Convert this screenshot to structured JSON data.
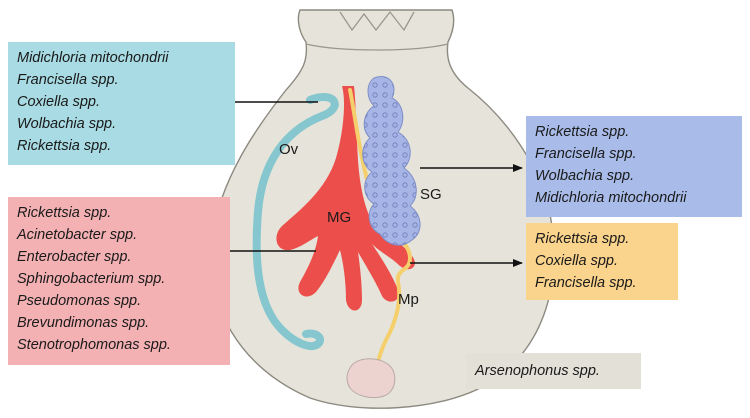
{
  "colors": {
    "body_fill": "#e6e4da",
    "body_stroke": "#8c8a80",
    "ovary": "#86c7cf",
    "ovary_box": "#a8dbe3",
    "salivary": "#a7b5e6",
    "salivary_box": "#a9bce9",
    "midgut": "#ec4f4b",
    "midgut_box": "#f4b1b4",
    "malpighian": "#f4cf6b",
    "malpighian_box": "#fad38c",
    "arsenophonus_box": "#e3e1d7",
    "bulb": "#ecd3cf",
    "arrow": "#111111"
  },
  "labels": {
    "ovary": "Ov",
    "midgut": "MG",
    "salivary": "SG",
    "malpighian": "Mp"
  },
  "boxes": {
    "ovary": [
      "Midichloria mitochondrii",
      "Francisella spp.",
      "Coxiella  spp.",
      "Wolbachia spp.",
      "Rickettsia spp."
    ],
    "salivary": [
      "Rickettsia spp.",
      "Francisella spp.",
      "Wolbachia spp.",
      "Midichloria mitochondrii"
    ],
    "midgut": [
      "Rickettsia spp.",
      "Acinetobacter spp.",
      "Enterobacter spp.",
      "Sphingobacterium spp.",
      "Pseudomonas spp.",
      "Brevundimonas spp.",
      "Stenotrophomonas spp."
    ],
    "malpighian": [
      "Rickettsia spp.",
      "Coxiella spp.",
      "Francisella  spp."
    ],
    "arsenophonus": [
      "Arsenophonus spp."
    ]
  }
}
